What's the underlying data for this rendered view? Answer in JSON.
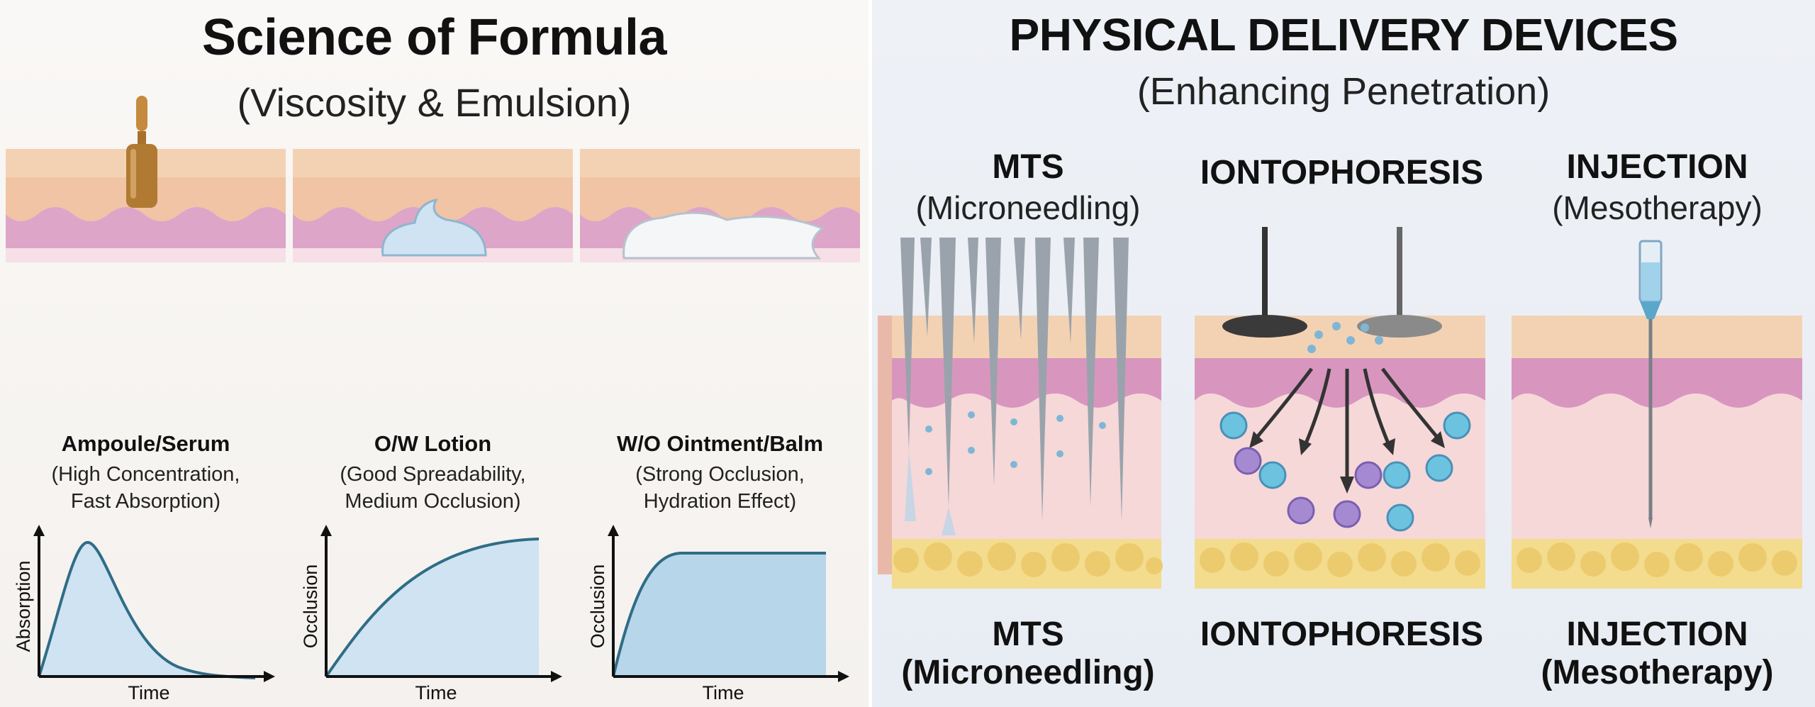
{
  "left": {
    "title": "Science of Formula",
    "subtitle": "(Viscosity & Emulsion)",
    "formulas": [
      {
        "name": "Ampoule/Serum",
        "desc_line1": "(High Concentration,",
        "desc_line2": "Fast Absorption)",
        "chart": {
          "ylabel": "Absorption",
          "xlabel": "Time"
        }
      },
      {
        "name": "O/W Lotion",
        "desc_line1": "(Good Spreadability,",
        "desc_line2": "Medium Occlusion)",
        "chart": {
          "ylabel": "Occlusion",
          "xlabel": "Time"
        }
      },
      {
        "name": "W/O Ointment/Balm",
        "desc_line1": "(Strong Occlusion,",
        "desc_line2": "Hydration Effect)",
        "chart": {
          "ylabel": "Occlusion",
          "xlabel": "Time"
        }
      }
    ]
  },
  "right": {
    "title": "PHYSICAL DELIVERY DEVICES",
    "subtitle": "(Enhancing Penetration)",
    "devices": [
      {
        "top_title": "MTS",
        "top_sub": "(Microneedling)",
        "bottom_line1": "MTS",
        "bottom_line2": "(Microneedling)"
      },
      {
        "top_title": "IONTOPHORESIS",
        "top_sub": "",
        "bottom_line1": "IONTOPHORESIS",
        "bottom_line2": ""
      },
      {
        "top_title": "INJECTION",
        "top_sub": "(Mesotherapy)",
        "bottom_line1": "INJECTION",
        "bottom_line2": "(Mesotherapy)"
      }
    ]
  },
  "colors": {
    "epidermis": "#f3d2b3",
    "dermis": "#d896bf",
    "hypodermis_fat": "#f3dc8e",
    "curve_fill": "#cfe3f2",
    "curve_line": "#2f6d86",
    "ion_positive": "#6cc3df",
    "ion_negative": "#a58ad1",
    "ampoule": "#b07a32"
  },
  "icons": [
    "ampoule-icon",
    "cream-dollop-icon",
    "balm-icon",
    "microneedle-icon",
    "electrode-icon",
    "syringe-icon"
  ]
}
